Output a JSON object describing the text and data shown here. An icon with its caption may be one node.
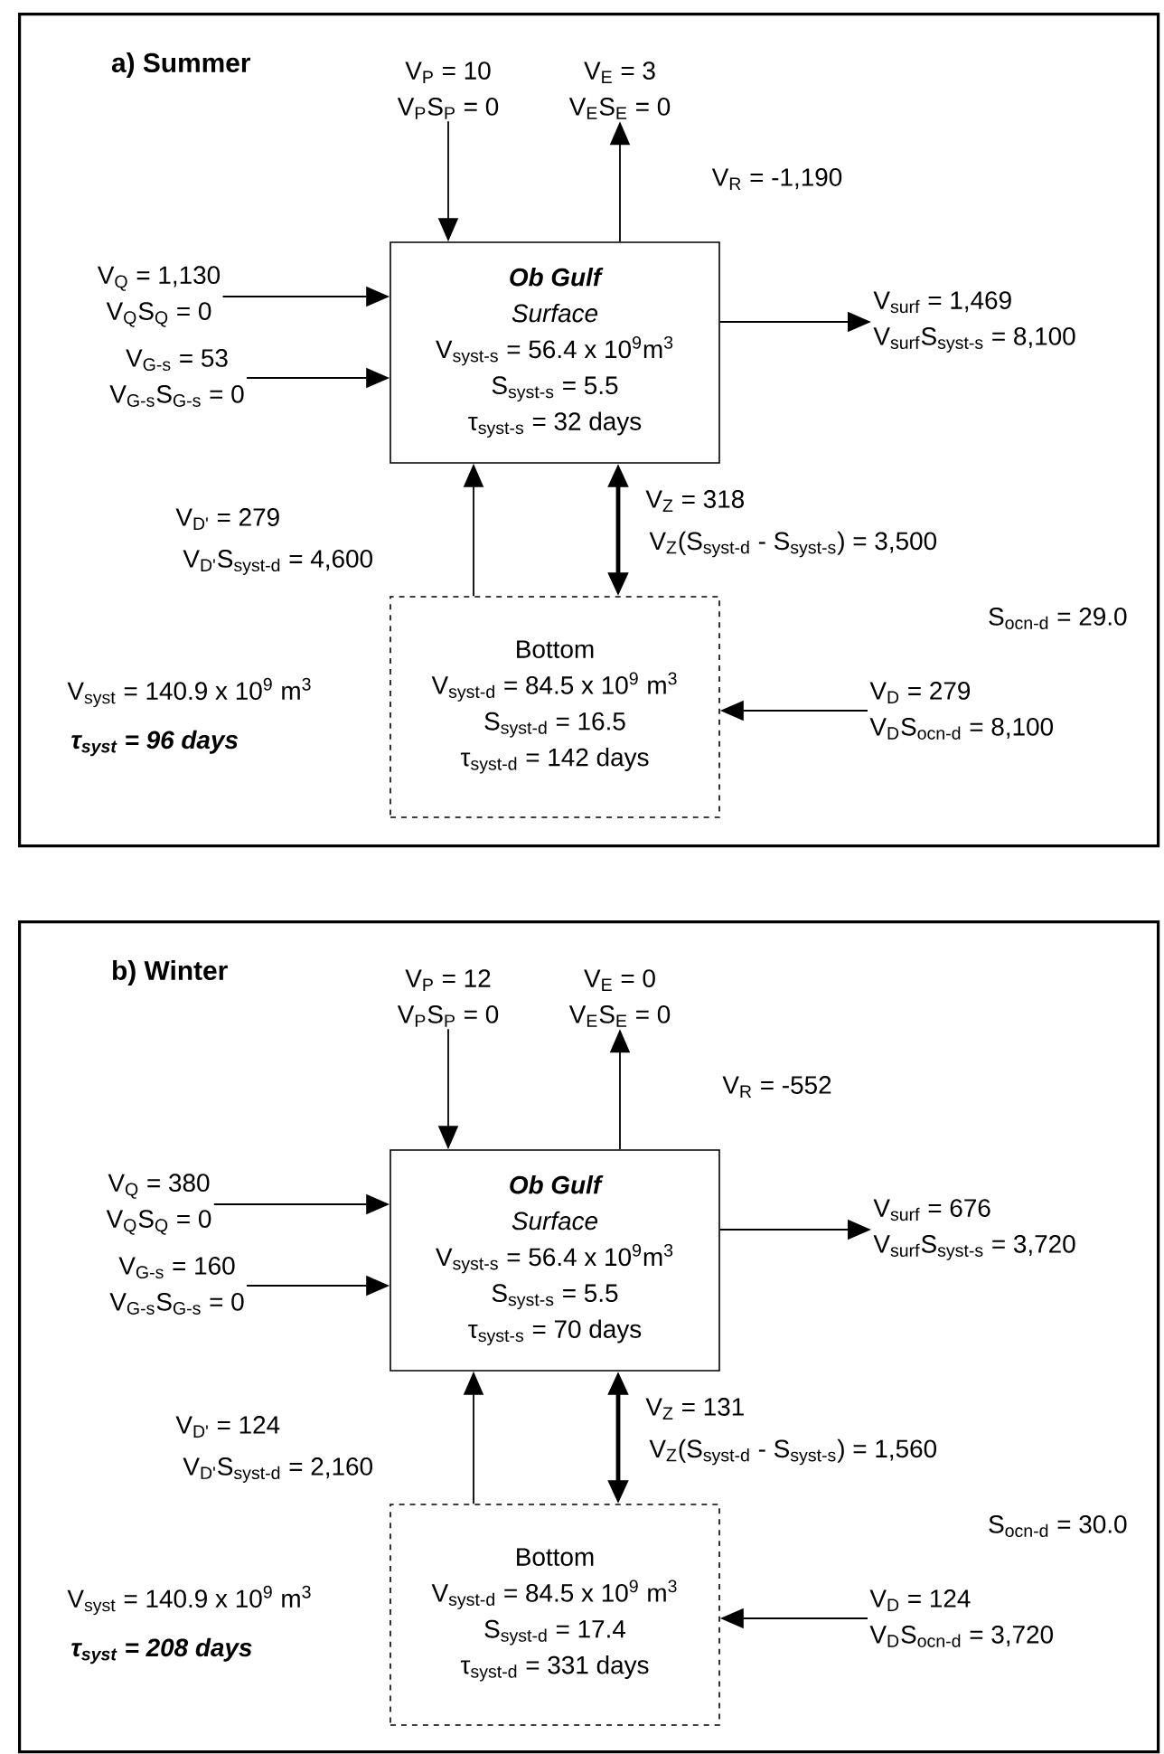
{
  "diagram": {
    "nodes": [
      {
        "text": [
          "a) Summer"
        ]
      },
      {
        "text": [
          "Ob Gulf",
          "Surface",
          "V$_{syst-s}$ = 56.4 x 10$^{9}$m$^{3}$",
          "S$_{syst-s}$ = 5.5",
          "τ$_{syst-s}$ = 32 days"
        ],
        "in": 0
      },
      {
        "text": [
          "Bottom",
          "V$_{syst-d}$ = 84.5 x 10$^{9}$ m$^{3}$",
          "S$_{syst-d}$ = 16.5",
          "τ$_{syst-d}$ = 142 days"
        ],
        "in": 0
      },
      {
        "text": [
          "V$_{P}$ = 10",
          "V$_{P}$S$_{P}$ = 0"
        ],
        "in": 0
      },
      {
        "text": [
          "V$_{E}$ = 3",
          "V$_{E}$S$_{E}$ = 0"
        ],
        "in": 0
      },
      {
        "text": [
          "V$_{Q}$ = 1,130",
          "V$_{Q}$S$_{Q}$ = 0"
        ],
        "in": 0
      },
      {
        "text": [
          "V$_{G-s}$ = 53",
          "V$_{G-s}$S$_{G-s}$ = 0"
        ],
        "in": 0
      },
      {
        "text": [
          "V$_{surf}$ = 1,469",
          "V$_{surf}$S$_{syst-s}$ = 8,100"
        ],
        "in": 0
      },
      {
        "text": [
          "V$_{D}$ = 279",
          "V$_{D}$S$_{ocn-d}$ = 8,100"
        ],
        "in": 0
      },
      {
        "text": [
          "b) Winter"
        ]
      },
      {
        "text": [
          "Ob Gulf",
          "Surface",
          "V$_{syst-s}$ = 56.4 x 10$^{9}$m$^{3}$",
          "S$_{syst-s}$ = 5.5",
          "τ$_{syst-s}$ = 70 days"
        ],
        "in": 9
      },
      {
        "text": [
          "Bottom",
          "V$_{syst-d}$ = 84.5 x 10$^{9}$ m$^{3}$",
          "S$_{syst-d}$ = 17.4",
          "τ$_{syst-d}$ = 331 days"
        ],
        "in": 9
      },
      {
        "text": [
          "V$_{P}$ = 12",
          "V$_{P}$S$_{P}$ = 0"
        ],
        "in": 9
      },
      {
        "text": [
          "V$_{E}$ = 0",
          "V$_{E}$S$_{E}$ = 0"
        ],
        "in": 9
      },
      {
        "text": [
          "V$_{Q}$ = 380",
          "V$_{Q}$S$_{Q}$ = 0"
        ],
        "in": 9
      },
      {
        "text": [
          "V$_{G-s}$ = 160",
          "V$_{G-s}$S$_{G-s}$ = 0"
        ],
        "in": 9
      },
      {
        "text": [
          "V$_{surf}$ = 676",
          "V$_{surf}$S$_{syst-s}$ = 3,720"
        ],
        "in": 9
      },
      {
        "text": [
          "V$_{D}$ = 124",
          "V$_{D}$S$_{ocn-d}$ = 3,720"
        ],
        "in": 9
      }
    ],
    "edges": [
      {
        "from": 3,
        "to": 1,
        "arrow": "to"
      },
      {
        "from": 1,
        "to": 4,
        "arrow": "to"
      },
      {
        "from": 5,
        "to": 1,
        "arrow": "to"
      },
      {
        "from": 6,
        "to": 1,
        "arrow": "to"
      },
      {
        "from": 1,
        "to": 7,
        "arrow": "to"
      },
      {
        "from": 8,
        "to": 2,
        "arrow": "to"
      },
      {
        "from": 2,
        "to": 1,
        "arrow": "to"
      },
      {
        "from": 1,
        "to": 2,
        "arrow": "both",
        "style": "thick"
      },
      {
        "from": 12,
        "to": 10,
        "arrow": "to"
      },
      {
        "from": 10,
        "to": 13,
        "arrow": "to"
      },
      {
        "from": 14,
        "to": 10,
        "arrow": "to"
      },
      {
        "from": 15,
        "to": 10,
        "arrow": "to"
      },
      {
        "from": 10,
        "to": 16,
        "arrow": "to"
      },
      {
        "from": 17,
        "to": 11,
        "arrow": "to"
      },
      {
        "from": 11,
        "to": 10,
        "arrow": "to"
      },
      {
        "from": 10,
        "to": 11,
        "arrow": "both",
        "style": "thick"
      }
    ],
    "labels": [
      "V$_{R}$ = -1,190",
      "V$_{D'}$ = 279",
      "V$_{D'}$S$_{syst-d}$ = 4,600",
      "V$_{Z}$ = 318",
      "V$_{Z}$(S$_{syst-d}$ - S$_{syst-s}$) = 3,500",
      "S$_{ocn-d}$ = 29.0",
      "V$_{syst}$ = 140.9 x 10$^{9}$ m$^{3}$",
      "τ$_{syst}$ = 96 days",
      "V$_{R}$ = -552",
      "V$_{D'}$ = 124",
      "V$_{D'}$S$_{syst-d}$ = 2,160",
      "V$_{Z}$ = 131",
      "V$_{Z}$(S$_{syst-d}$ - S$_{syst-s}$) = 1,560",
      "S$_{ocn-d}$ = 30.0",
      "V$_{syst}$ = 140.9 x 10$^{9}$ m$^{3}$",
      "τ$_{syst}$ = 208 days"
    ]
  }
}
